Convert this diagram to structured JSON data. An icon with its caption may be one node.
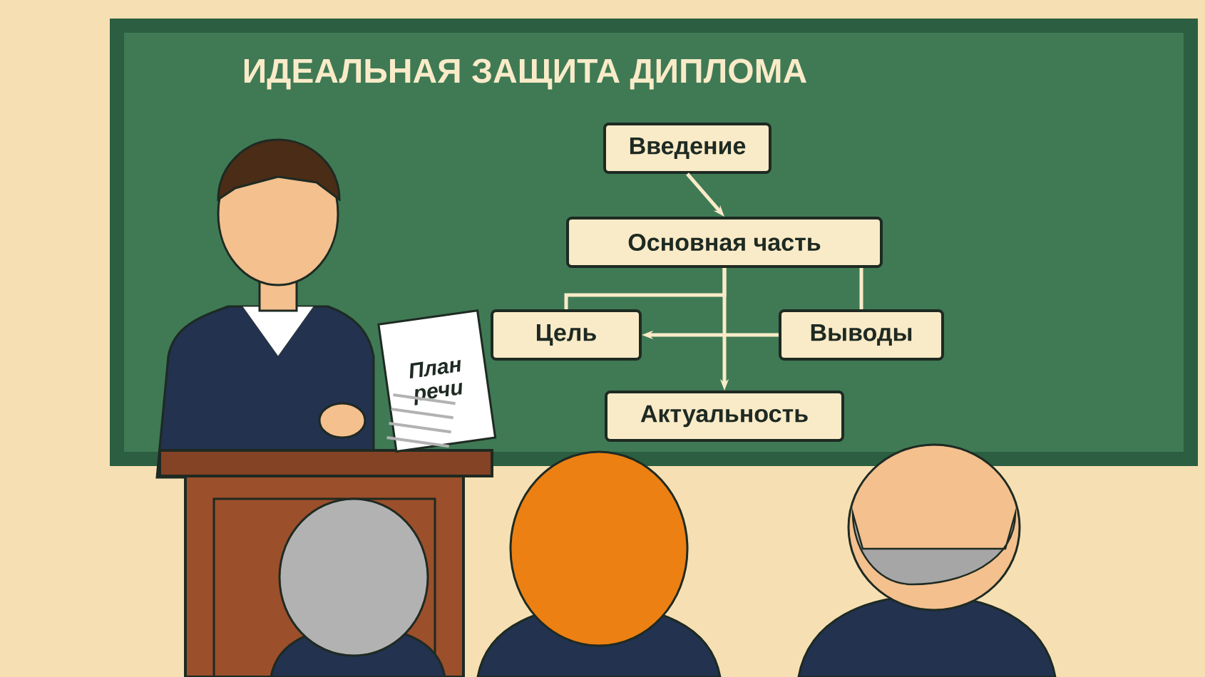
{
  "diagram": {
    "title": "ИДЕАЛЬНАЯ ЗАЩИТА ДИПЛОМА",
    "nodes": [
      {
        "text": [
          "Введение"
        ]
      },
      {
        "text": [
          "Основная часть"
        ]
      },
      {
        "text": [
          "Цель"
        ]
      },
      {
        "text": [
          "Выводы"
        ]
      },
      {
        "text": [
          "Актуальность"
        ]
      },
      {
        "text": [
          "План речи"
        ]
      }
    ],
    "edges": [
      {
        "from": 0,
        "to": 1,
        "arrow": "to"
      },
      {
        "from": 1,
        "to": 4,
        "arrow": "to"
      },
      {
        "from": 1,
        "to": 2,
        "arrow": "none"
      },
      {
        "from": 1,
        "to": 3,
        "arrow": "none"
      },
      {
        "from": 3,
        "to": 2,
        "arrow": "to"
      }
    ]
  }
}
